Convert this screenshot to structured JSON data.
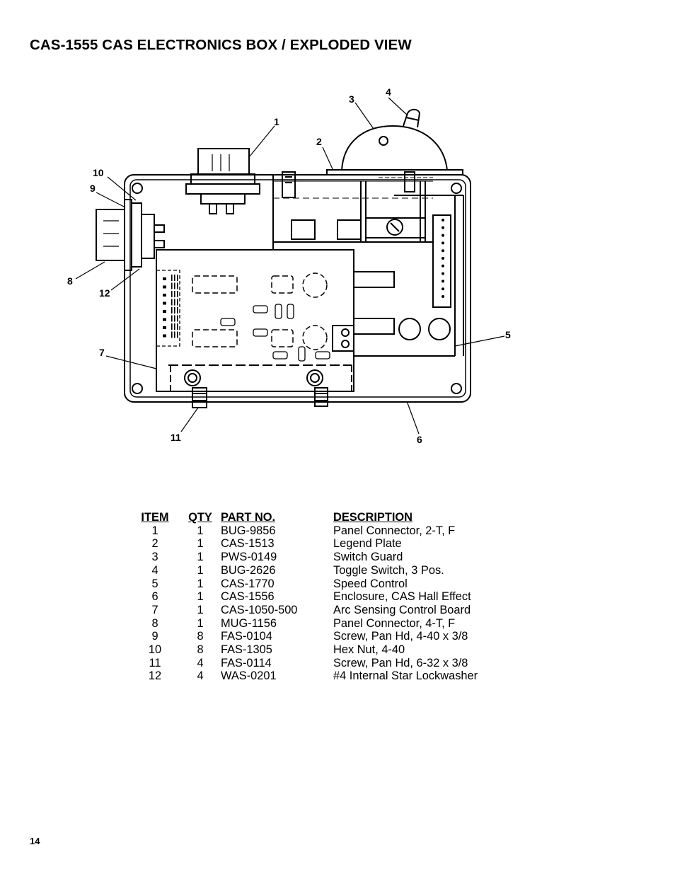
{
  "title": "CAS-1555 CAS ELECTRONICS BOX / EXPLODED VIEW",
  "callouts": [
    "1",
    "2",
    "3",
    "4",
    "5",
    "6",
    "7",
    "8",
    "9",
    "10",
    "11",
    "12"
  ],
  "table": {
    "headers": {
      "item": "ITEM",
      "qty": "QTY",
      "part_no": "PART NO.",
      "description": "DESCRIPTION"
    },
    "rows": [
      {
        "item": "1",
        "qty": "1",
        "part_no": "BUG-9856",
        "description": "Panel Connector, 2-T, F"
      },
      {
        "item": "2",
        "qty": "1",
        "part_no": "CAS-1513",
        "description": "Legend Plate"
      },
      {
        "item": "3",
        "qty": "1",
        "part_no": "PWS-0149",
        "description": "Switch Guard"
      },
      {
        "item": "4",
        "qty": "1",
        "part_no": "BUG-2626",
        "description": "Toggle Switch, 3 Pos."
      },
      {
        "item": "5",
        "qty": "1",
        "part_no": "CAS-1770",
        "description": "Speed Control"
      },
      {
        "item": "6",
        "qty": "1",
        "part_no": "CAS-1556",
        "description": "Enclosure, CAS Hall Effect"
      },
      {
        "item": "7",
        "qty": "1",
        "part_no": "CAS-1050-500",
        "description": "Arc Sensing Control Board"
      },
      {
        "item": "8",
        "qty": "1",
        "part_no": "MUG-1156",
        "description": "Panel Connector, 4-T, F"
      },
      {
        "item": "9",
        "qty": "8",
        "part_no": "FAS-0104",
        "description": "Screw, Pan Hd, 4-40 x 3/8"
      },
      {
        "item": "10",
        "qty": "8",
        "part_no": "FAS-1305",
        "description": "Hex Nut, 4-40"
      },
      {
        "item": "11",
        "qty": "4",
        "part_no": "FAS-0114",
        "description": "Screw, Pan Hd, 6-32 x 3/8"
      },
      {
        "item": "12",
        "qty": "4",
        "part_no": "WAS-0201",
        "description": "#4 Internal Star Lockwasher"
      }
    ]
  },
  "page_number": "14"
}
